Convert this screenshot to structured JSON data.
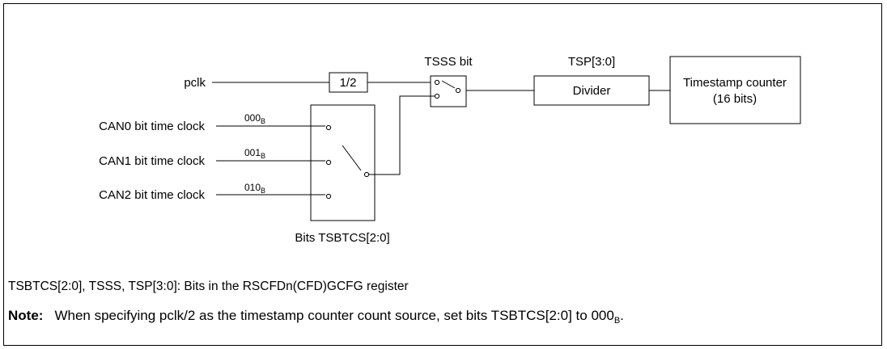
{
  "diagram": {
    "inputs": {
      "pclk": "pclk",
      "can0": "CAN0 bit time clock",
      "can1": "CAN1 bit time clock",
      "can2": "CAN2 bit time clock"
    },
    "selector_values": {
      "can0": {
        "base": "000",
        "sub": "B"
      },
      "can1": {
        "base": "001",
        "sub": "B"
      },
      "can2": {
        "base": "010",
        "sub": "B"
      }
    },
    "blocks": {
      "half_divider": "1/2",
      "tsss_label": "TSSS bit",
      "tsp_label": "TSP[3:0]",
      "divider": "Divider",
      "counter_line1": "Timestamp counter",
      "counter_line2": "(16 bits)",
      "tsbtcs_label": "Bits TSBTCS[2:0]"
    }
  },
  "footer": {
    "register_note": "TSBTCS[2:0], TSSS, TSP[3:0]: Bits in the RSCFDn(CFD)GCFG register",
    "note_label": "Note:",
    "note_text": "When specifying pclk/2 as the timestamp counter count source, set bits TSBTCS[2:0] to 000",
    "note_subscript": "B",
    "note_end": "."
  }
}
